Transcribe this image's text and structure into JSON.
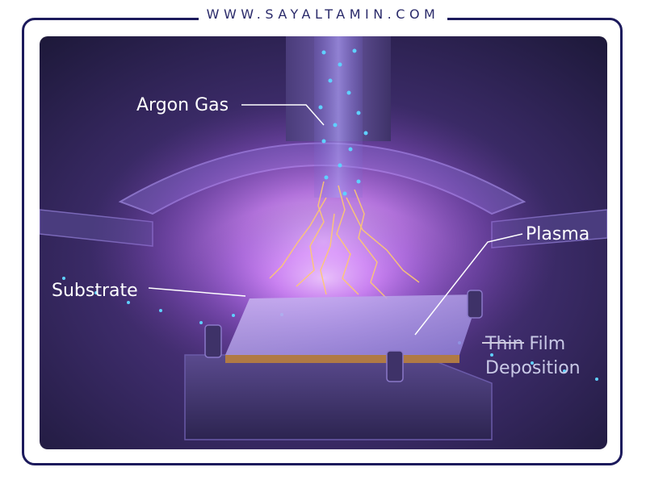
{
  "header": {
    "site_url": "WWW.SAYALTAMIN.COM"
  },
  "diagram": {
    "labels": {
      "argon_gas": "Argon Gas",
      "plasma": "Plasma",
      "substrate": "Substrate",
      "thin_film_line1": "Thin Film",
      "thin_film_line2": "Deposition"
    }
  },
  "colors": {
    "frame": "#1c1a5c",
    "background": "#2a2148",
    "plasma_glow": "#d98cff",
    "arc": "#ffc870",
    "argon_particle": "#5fd0ff",
    "substrate_edge": "#b07a45"
  }
}
